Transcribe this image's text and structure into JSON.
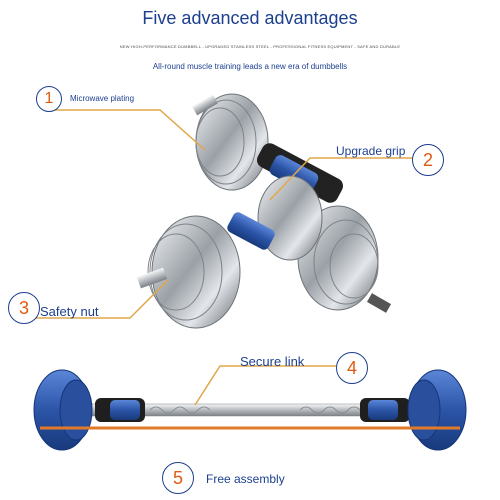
{
  "header": {
    "title": "Five advanced advantages",
    "fine_print": "NEW HIGH-PERFORMANCE DUMBBELL - UPGRADED STAINLESS STEEL - PROFESSIONAL FITNESS EQUIPMENT - SAFE AND DURABLE",
    "tagline": "All-round muscle training leads a new era of dumbbells"
  },
  "callouts": [
    {
      "number": "1",
      "label": "Microwave plating"
    },
    {
      "number": "2",
      "label": "Upgrade grip"
    },
    {
      "number": "3",
      "label": "Safety nut"
    },
    {
      "number": "4",
      "label": "Secure link"
    },
    {
      "number": "5",
      "label": "Free assembly"
    }
  ],
  "colors": {
    "accent": "#1c3f8f",
    "highlight": "#e05a10",
    "chrome": "#c9cdd2",
    "blue_plate": "#2c55a8"
  }
}
